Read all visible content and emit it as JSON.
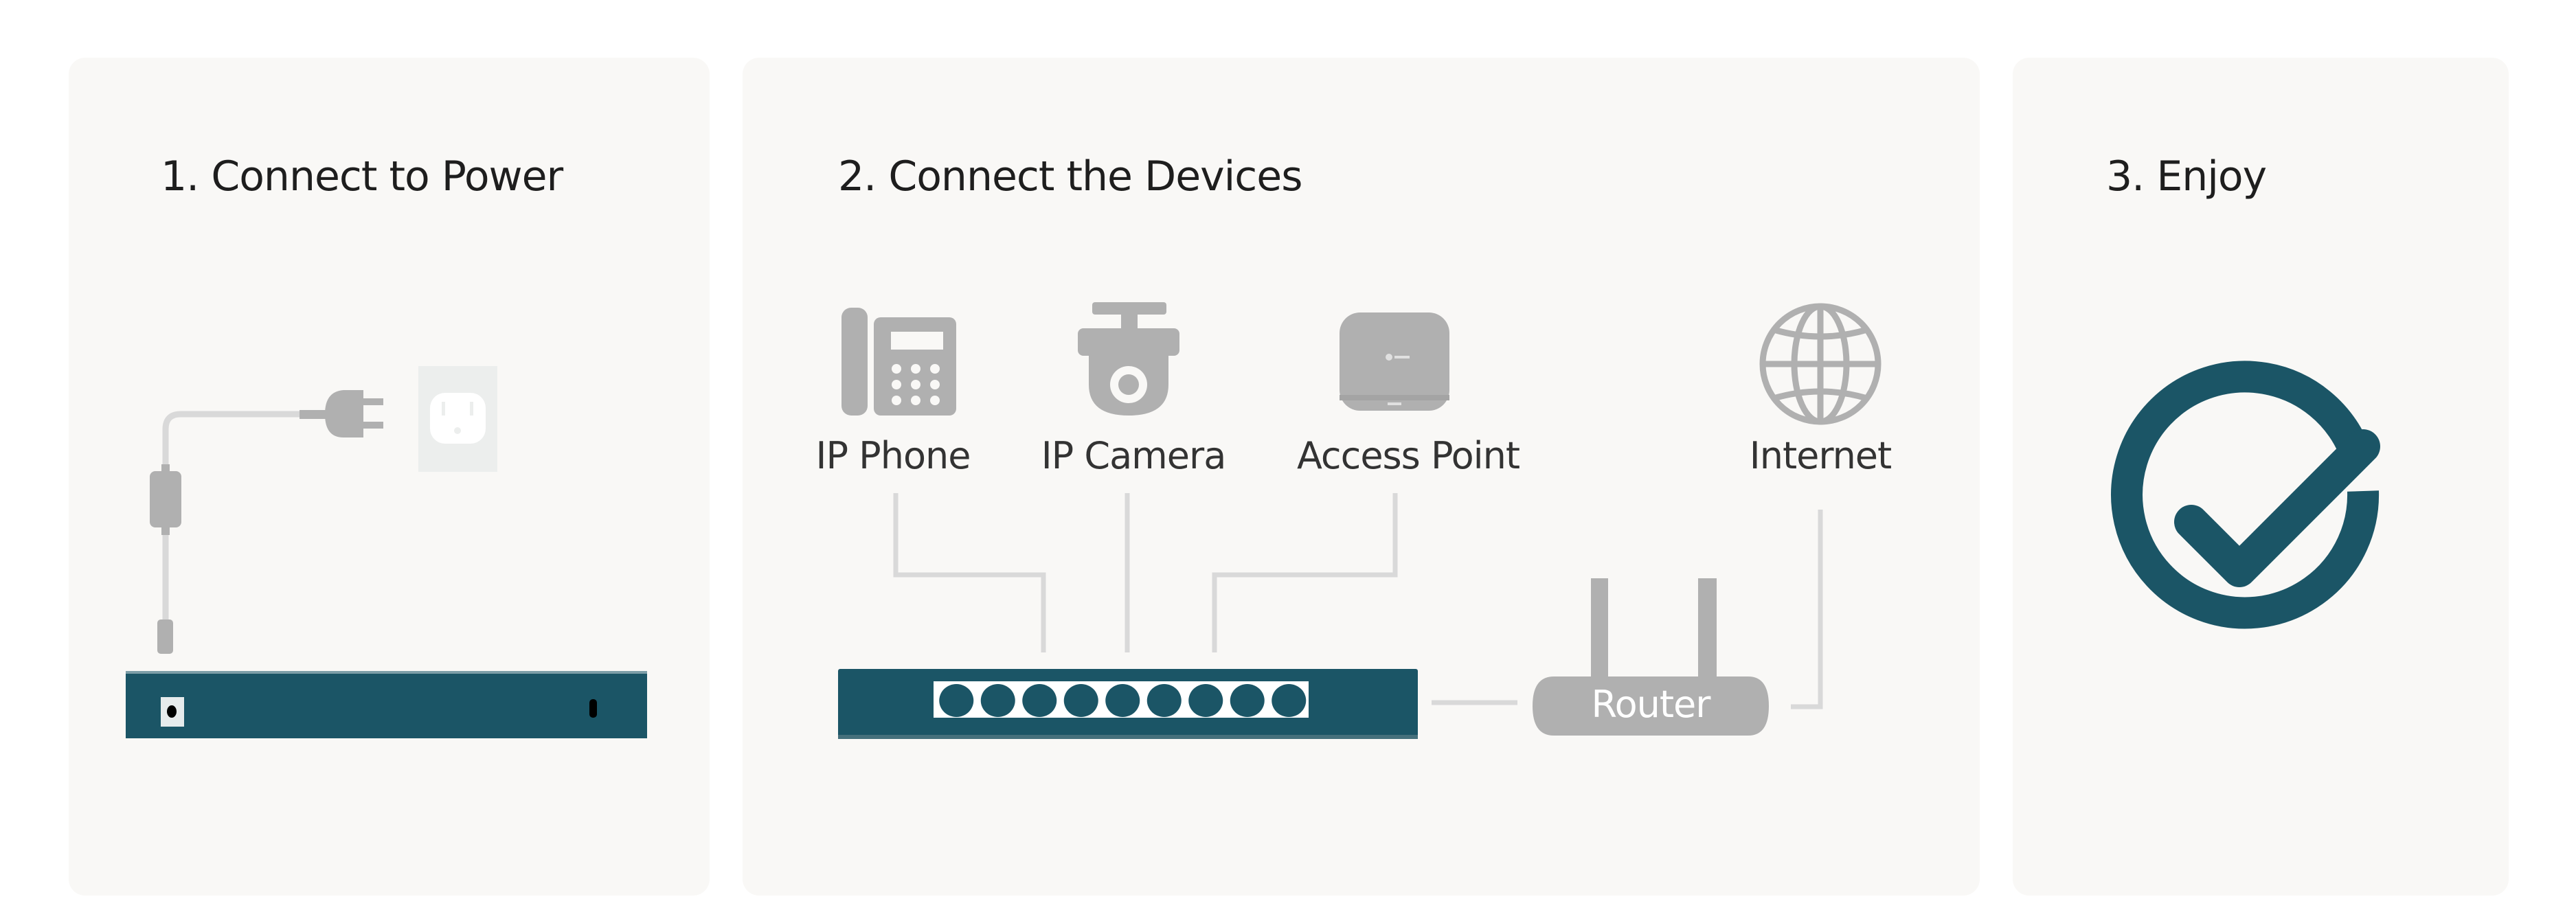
{
  "steps": [
    {
      "title": "1. Connect to Power"
    },
    {
      "title": "2. Connect the Devices"
    },
    {
      "title": "3. Enjoy"
    }
  ],
  "devices": [
    {
      "label": "IP Phone",
      "icon": "phone-icon"
    },
    {
      "label": "IP Camera",
      "icon": "camera-icon"
    },
    {
      "label": "Access Point",
      "icon": "access-point-icon"
    },
    {
      "label": "Internet",
      "icon": "globe-icon"
    }
  ],
  "router": {
    "label": "Router"
  },
  "colors": {
    "accent": "#1b5566",
    "device_gray": "#b0b0b0",
    "cable": "#d9d9d9",
    "panel": "#f9f8f6"
  }
}
